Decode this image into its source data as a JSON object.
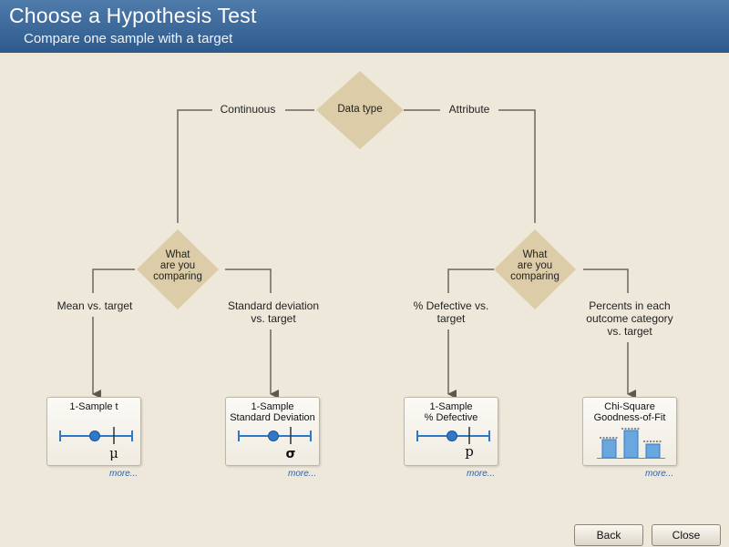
{
  "header": {
    "title": "Choose a Hypothesis Test",
    "subtitle": "Compare one sample with a target"
  },
  "diagram": {
    "root": "Data type",
    "branch_continuous": "Continuous",
    "branch_attribute": "Attribute",
    "decision_left": "What\nare you\ncomparing",
    "decision_right": "What\nare you\ncomparing",
    "option_mean": "Mean vs. target",
    "option_stdev": "Standard deviation\nvs. target",
    "option_defective": "% Defective vs.\ntarget",
    "option_percents": "Percents in each\noutcome category\nvs. target"
  },
  "cards": [
    {
      "title": "1-Sample t",
      "symbol": "μ",
      "more": "more..."
    },
    {
      "title": "1-Sample\nStandard Deviation",
      "symbol": "σ",
      "more": "more..."
    },
    {
      "title": "1-Sample\n% Defective",
      "symbol": "p",
      "more": "more..."
    },
    {
      "title": "Chi-Square\nGoodness-of-Fit",
      "symbol": "",
      "more": "more..."
    }
  ],
  "buttons": {
    "back": "Back",
    "close": "Close"
  },
  "colors": {
    "diamond": "#dccda8",
    "line": "#6b6659",
    "accent": "#2f78c8",
    "header": "#3a6798"
  }
}
